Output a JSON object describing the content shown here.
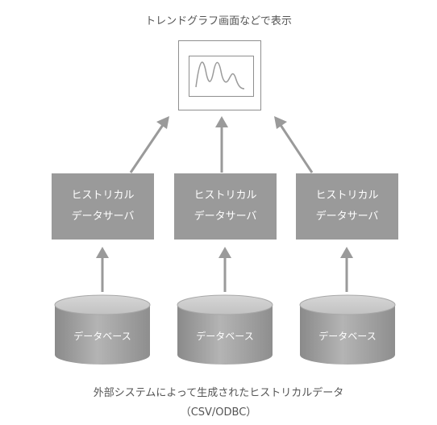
{
  "top_caption": "トレンドグラフ画面などで表示",
  "servers": [
    {
      "line1": "ヒストリカル",
      "line2": "データサーバ"
    },
    {
      "line1": "ヒストリカル",
      "line2": "データサーバ"
    },
    {
      "line1": "ヒストリカル",
      "line2": "データサーバ"
    }
  ],
  "databases": [
    {
      "label": "データベース"
    },
    {
      "label": "データベース"
    },
    {
      "label": "データベース"
    }
  ],
  "bottom_caption": {
    "line1": "外部システムによって生成されたヒストリカルデータ",
    "line2": "（CSV/ODBC）"
  },
  "colors": {
    "box_fill": "#9a9a9a",
    "arrow": "#9a9a9a",
    "monitor_border": "#8f8f8f",
    "text": "#555555"
  }
}
